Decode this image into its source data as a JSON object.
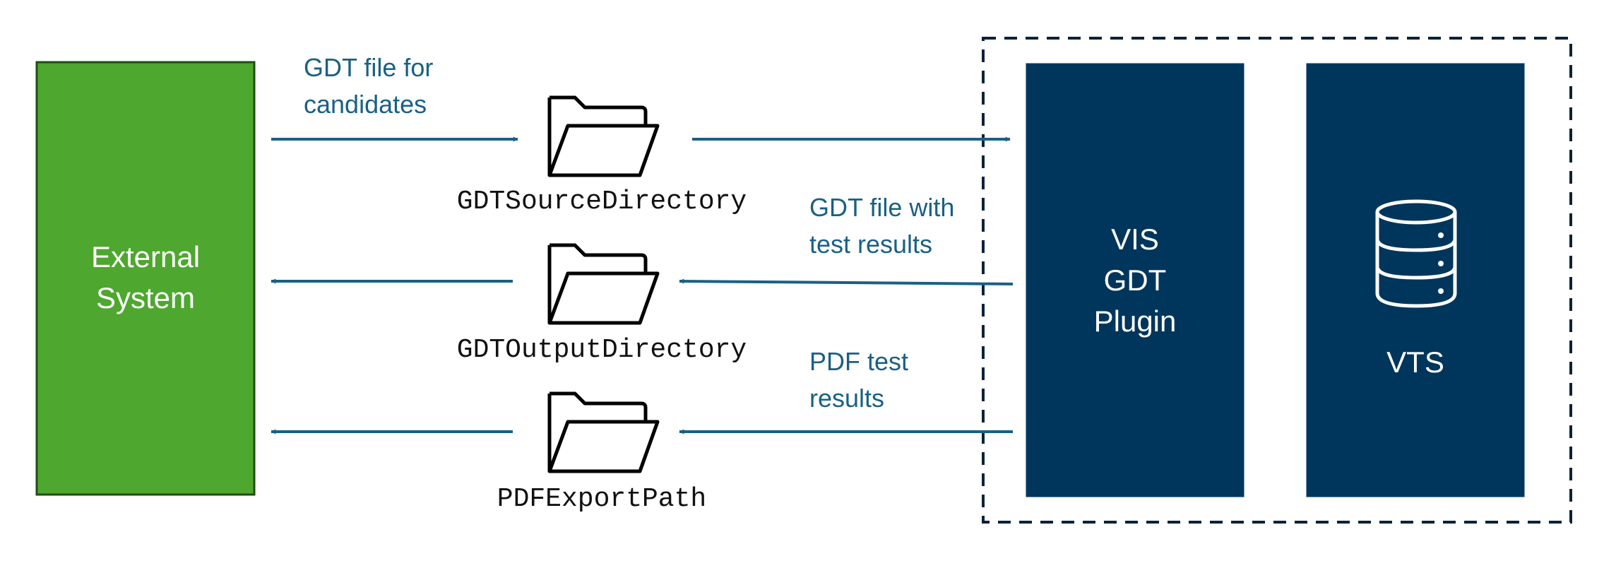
{
  "colors": {
    "external_fill": "#4EA72E",
    "external_border": "#1E4D12",
    "dark_fill": "#00365C",
    "arrow": "#1A6084",
    "label_text": "#1A6084",
    "box_text": "#FFFFFF",
    "folder_stroke": "#000000",
    "dashed_border": "#0B2239"
  },
  "external_system": {
    "line1": "External",
    "line2": "System"
  },
  "plugin_box": {
    "line1": "VIS",
    "line2": "GDT",
    "line3": "Plugin"
  },
  "vts_box": {
    "label": "VTS",
    "icon": "database-icon"
  },
  "folders": {
    "source": {
      "name": "GDTSourceDirectory",
      "icon": "folder-icon"
    },
    "output": {
      "name": "GDTOutputDirectory",
      "icon": "folder-icon"
    },
    "pdf": {
      "name": "PDFExportPath",
      "icon": "folder-icon"
    }
  },
  "flow_labels": {
    "candidates": {
      "line1": "GDT file for",
      "line2": "candidates"
    },
    "results": {
      "line1": "GDT file with",
      "line2": "test results"
    },
    "pdf": {
      "line1": "PDF test",
      "line2": "results"
    }
  }
}
